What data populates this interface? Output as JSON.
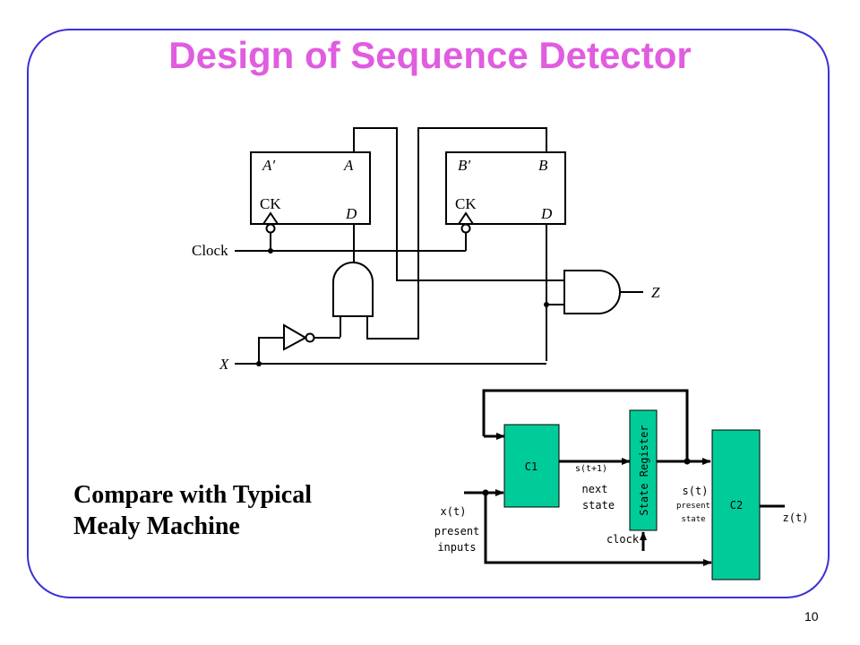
{
  "slide": {
    "title": "Design of Sequence Detector",
    "compare_lines": [
      "Compare with Typical",
      "Mealy Machine"
    ],
    "page_number": "10"
  },
  "circuit": {
    "flipflop_a": {
      "q_bar": "A′",
      "q": "A",
      "ck": "CK",
      "d": "D"
    },
    "flipflop_b": {
      "q_bar": "B′",
      "q": "B",
      "ck": "CK",
      "d": "D"
    },
    "clock_label": "Clock",
    "input_label": "X",
    "output_label": "Z"
  },
  "mealy": {
    "c1_label": "C1",
    "c2_label": "C2",
    "state_register_label": "State Register",
    "next_state_signal": "s(t+1)",
    "next_state_text": [
      "next",
      "state"
    ],
    "present_state_signal": "s(t)",
    "present_state_text": [
      "present",
      "state"
    ],
    "input_signal": "x(t)",
    "input_text": [
      "present",
      "inputs"
    ],
    "clock_label": "clock",
    "output_signal": "z(t)",
    "block_color": "#00cc99"
  },
  "colors": {
    "title": "#e05ce0",
    "frame": "#3b30d8"
  }
}
